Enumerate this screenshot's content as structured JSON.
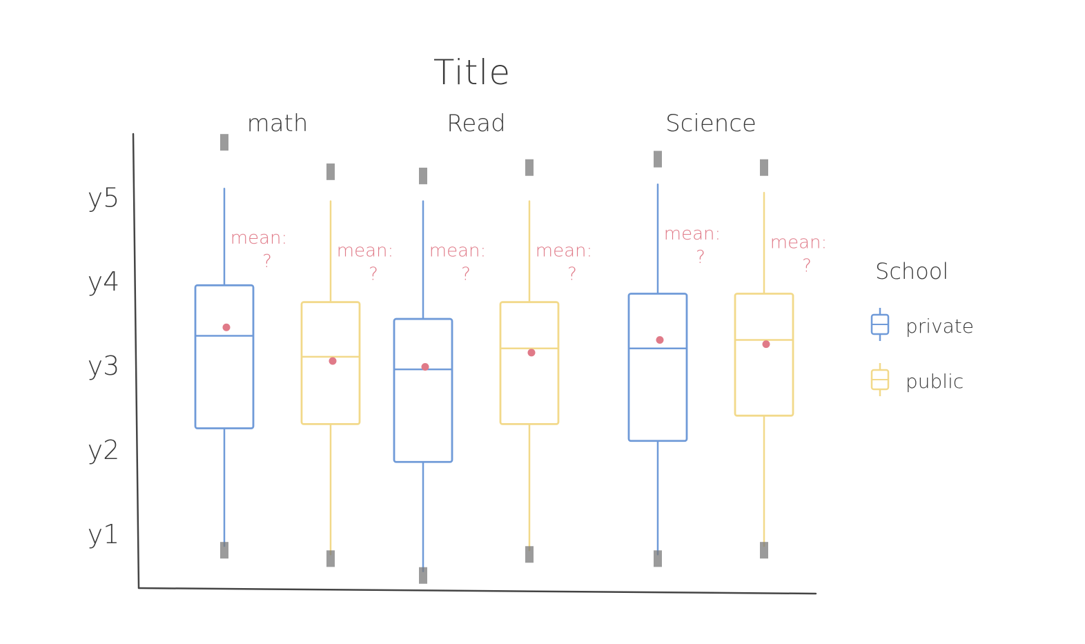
{
  "chart_data": {
    "type": "box",
    "title": "Title",
    "xlabel": "",
    "ylabel": "",
    "yticks": [
      {
        "label": "y5",
        "value": 5
      },
      {
        "label": "y4",
        "value": 4
      },
      {
        "label": "y3",
        "value": 3
      },
      {
        "label": "y2",
        "value": 2
      },
      {
        "label": "y1",
        "value": 1
      }
    ],
    "ylim": [
      0.35,
      5.75
    ],
    "legend": {
      "title": "School",
      "position": "right",
      "entries": [
        {
          "name": "private",
          "color": "#6f9ad8"
        },
        {
          "name": "public",
          "color": "#f2d98a"
        }
      ]
    },
    "mean_label": "mean:",
    "mean_value_text": "?",
    "mean_color": "#e07a88",
    "outlier_color": "#7a7a7a",
    "categories": [
      "math",
      "Read",
      "Science"
    ],
    "groups": [
      {
        "category": "math",
        "boxes": [
          {
            "series": "private",
            "whisker_low": 0.85,
            "q1": 2.25,
            "median": 3.35,
            "q3": 3.95,
            "whisker_high": 5.1,
            "mean": 3.45,
            "outliers": [
              0.8,
              5.65
            ]
          },
          {
            "series": "public",
            "whisker_low": 0.75,
            "q1": 2.3,
            "median": 3.1,
            "q3": 3.75,
            "whisker_high": 4.95,
            "mean": 3.05,
            "outliers": [
              0.7,
              5.3
            ]
          }
        ]
      },
      {
        "category": "Read",
        "boxes": [
          {
            "series": "private",
            "whisker_low": 0.55,
            "q1": 1.85,
            "median": 2.95,
            "q3": 3.55,
            "whisker_high": 4.95,
            "mean": 2.98,
            "outliers": [
              0.5,
              5.25
            ]
          },
          {
            "series": "public",
            "whisker_low": 0.8,
            "q1": 2.3,
            "median": 3.2,
            "q3": 3.75,
            "whisker_high": 4.95,
            "mean": 3.15,
            "outliers": [
              0.75,
              5.35
            ]
          }
        ]
      },
      {
        "category": "Science",
        "boxes": [
          {
            "series": "private",
            "whisker_low": 0.75,
            "q1": 2.1,
            "median": 3.2,
            "q3": 3.85,
            "whisker_high": 5.15,
            "mean": 3.3,
            "outliers": [
              0.7,
              5.45
            ]
          },
          {
            "series": "public",
            "whisker_low": 0.85,
            "q1": 2.4,
            "median": 3.3,
            "q3": 3.85,
            "whisker_high": 5.05,
            "mean": 3.25,
            "outliers": [
              0.8,
              5.35
            ]
          }
        ]
      }
    ]
  }
}
